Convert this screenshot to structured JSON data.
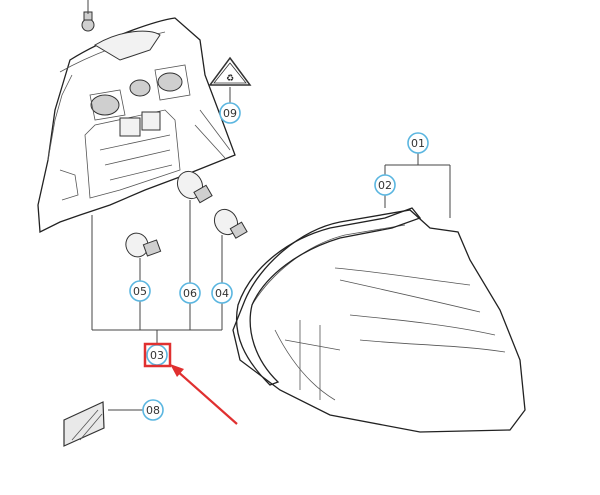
{
  "callouts": {
    "c01": "01",
    "c02": "02",
    "c03": "03",
    "c04": "04",
    "c05": "05",
    "c06": "06",
    "c08": "08",
    "c09": "09"
  },
  "colors": {
    "callout_ring": "#5bb6e0",
    "highlight_box": "#e03030",
    "arrow": "#e03030"
  },
  "icons": {
    "warning": "recycling-warning-icon"
  }
}
